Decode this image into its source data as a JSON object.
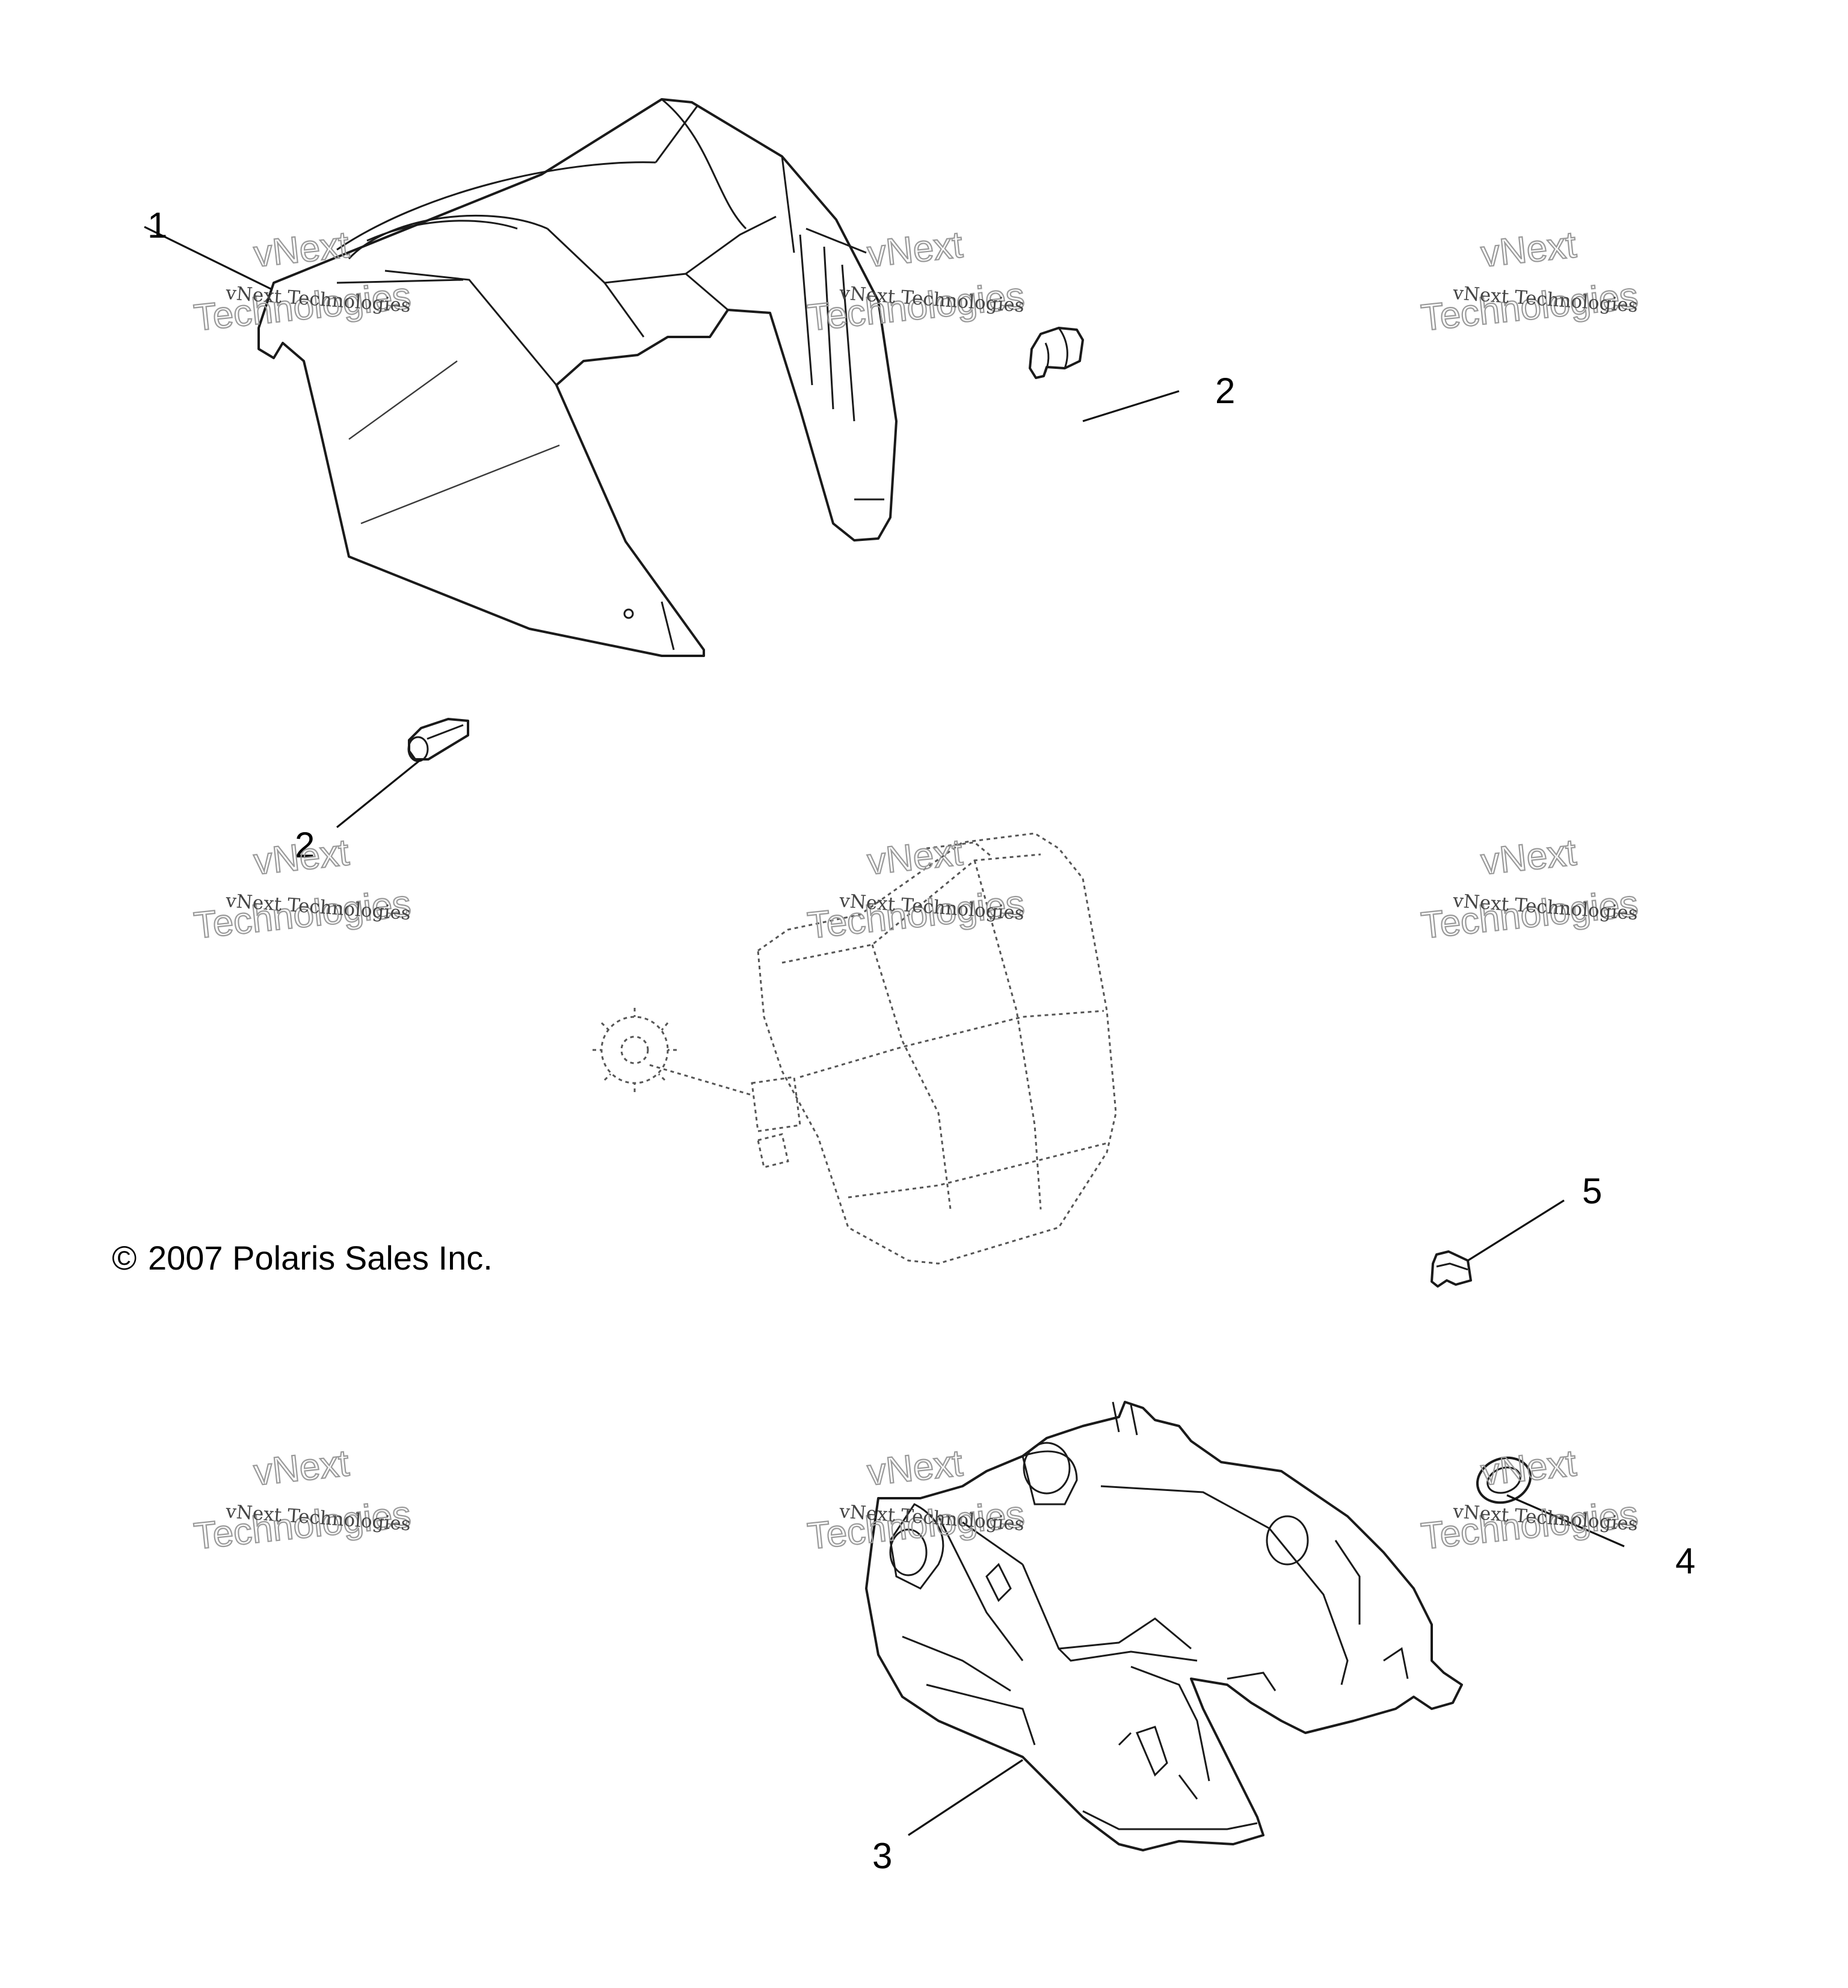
{
  "callouts": {
    "c1": "1",
    "c2a": "2",
    "c2b": "2",
    "c3": "3",
    "c4": "4",
    "c5": "5"
  },
  "copyright": {
    "symbol": "©",
    "text": "2007 Polaris Sales Inc."
  },
  "watermark": {
    "line1": "vNext Technologies",
    "line2": "vNext",
    "line3": "Technologies"
  }
}
